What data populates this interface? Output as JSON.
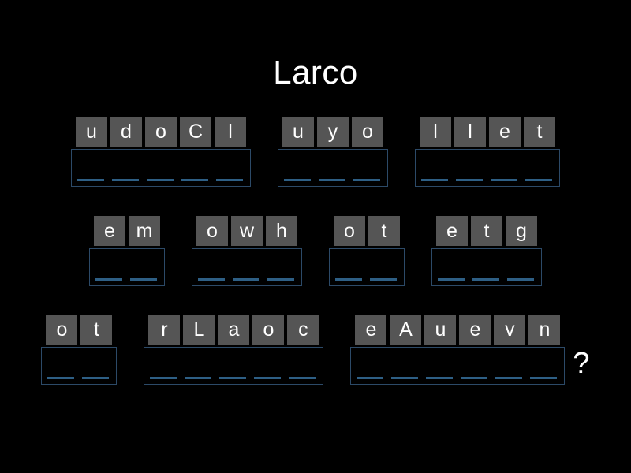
{
  "app": {
    "title": "Larco",
    "background_color": "#000000",
    "tile_color": "#555555",
    "tile_text_color": "#ffffff",
    "box_border_color": "#2c4a68",
    "slot_rule_color": "#2e5f85",
    "trailing_symbol": "?"
  },
  "rows": [
    {
      "groups": [
        {
          "letters": [
            "u",
            "d",
            "o",
            "C",
            "l"
          ],
          "slots": 5
        },
        {
          "letters": [
            "u",
            "y",
            "o"
          ],
          "slots": 3
        },
        {
          "letters": [
            "l",
            "l",
            "e",
            "t"
          ],
          "slots": 4
        }
      ]
    },
    {
      "groups": [
        {
          "letters": [
            "e",
            "m"
          ],
          "slots": 2
        },
        {
          "letters": [
            "o",
            "w",
            "h"
          ],
          "slots": 3
        },
        {
          "letters": [
            "o",
            "t"
          ],
          "slots": 2
        },
        {
          "letters": [
            "e",
            "t",
            "g"
          ],
          "slots": 3
        }
      ]
    },
    {
      "groups": [
        {
          "letters": [
            "o",
            "t"
          ],
          "slots": 2
        },
        {
          "letters": [
            "r",
            "L",
            "a",
            "o",
            "c"
          ],
          "slots": 5
        },
        {
          "letters": [
            "e",
            "A",
            "u",
            "e",
            "v",
            "n"
          ],
          "slots": 6,
          "trailing": "?"
        }
      ]
    }
  ]
}
